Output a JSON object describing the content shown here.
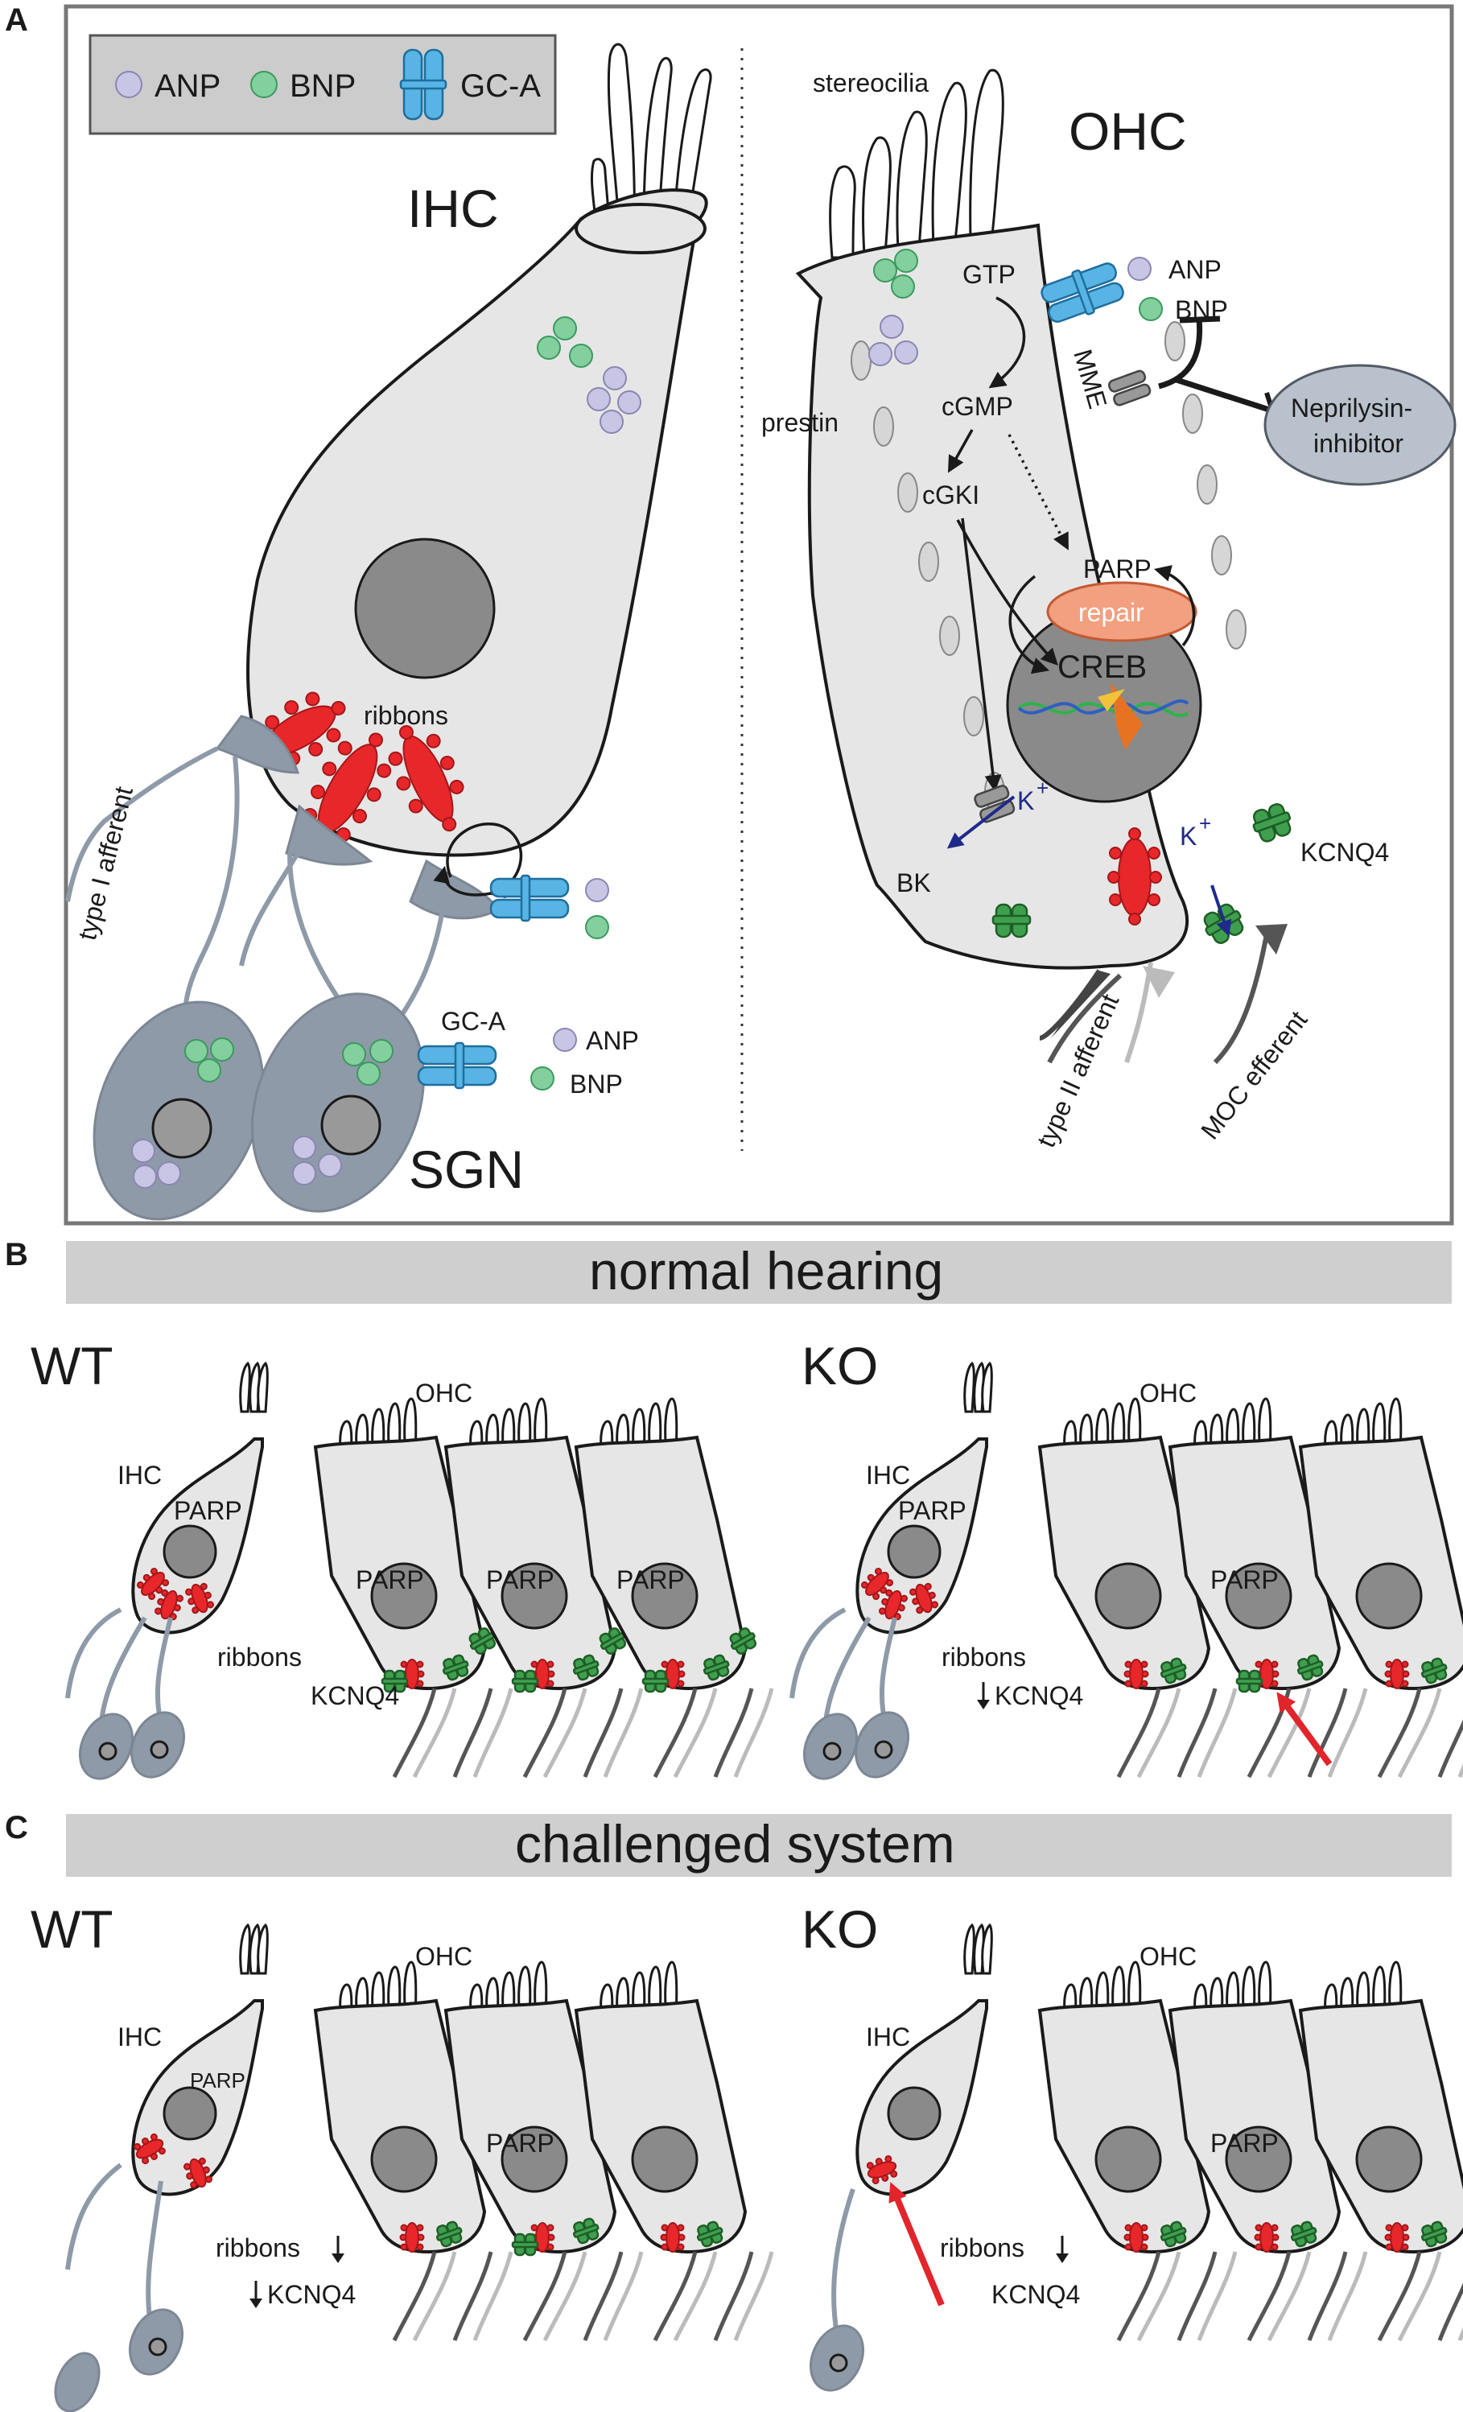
{
  "panels": {
    "A": {
      "letter": "A",
      "legend": {
        "anp": "ANP",
        "bnp": "BNP",
        "gca": "GC-A"
      },
      "ihc": {
        "title": "IHC",
        "ribbons": "ribbons",
        "type1": "type I afferent",
        "sgn": "SGN",
        "gca": "GC-A",
        "anp": "ANP",
        "bnp": "BNP"
      },
      "ohc": {
        "title": "OHC",
        "stereocilia": "stereocilia",
        "prestin": "prestin",
        "gtp": "GTP",
        "cgmp": "cGMP",
        "cgki": "cGKI",
        "parp": "PARP",
        "repair": "repair",
        "creb": "CREB",
        "anp": "ANP",
        "bnp": "BNP",
        "mme": "MME",
        "nep_line1": "Neprilysin-",
        "nep_line2": "inhibitor",
        "k1": "K",
        "k1sup": "+",
        "k2": "K",
        "k2sup": "+",
        "bk": "BK",
        "kcnq4": "KCNQ4",
        "type2": "type II afferent",
        "moc": "MOC efferent"
      }
    },
    "B": {
      "letter": "B",
      "banner": "normal hearing",
      "wt": {
        "label": "WT",
        "ihc": "IHC",
        "ohc": "OHC",
        "parp_ihc": "PARP",
        "parp_ohc": "PARP",
        "ribbons": "ribbons",
        "kcnq4": "KCNQ4"
      },
      "ko": {
        "label": "KO",
        "ihc": "IHC",
        "ohc": "OHC",
        "parp_ihc": "PARP",
        "parp_ohc": "PARP",
        "ribbons": "ribbons",
        "kcnq4": "KCNQ4"
      }
    },
    "C": {
      "letter": "C",
      "banner": "challenged system",
      "wt": {
        "label": "WT",
        "ihc": "IHC",
        "ohc": "OHC",
        "parp_ihc": "PARP",
        "parp_ohc": "PARP",
        "ribbons": "ribbons",
        "kcnq4": "KCNQ4"
      },
      "ko": {
        "label": "KO",
        "ihc": "IHC",
        "ohc": "OHC",
        "parp_ohc": "PARP",
        "ribbons": "ribbons",
        "kcnq4": "KCNQ4"
      }
    }
  },
  "colors": {
    "anp": "#c9c5e4",
    "bnp": "#84cf9e",
    "gca": "#58b4e4",
    "kcnq4": "#3f9f4f",
    "ribbon": "#e8272a",
    "indicator_arrow": "#e2242b"
  }
}
